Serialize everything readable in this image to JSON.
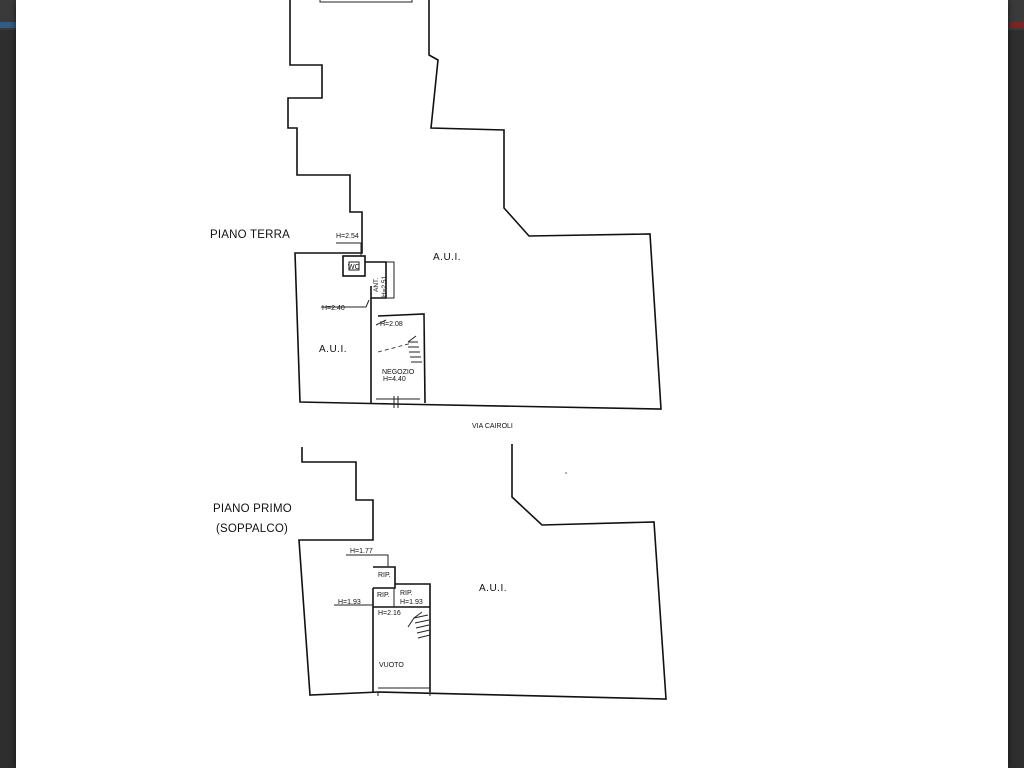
{
  "floors": {
    "ground": {
      "title": "PIANO TERRA",
      "labels": {
        "aui_main": "A.U.I.",
        "aui_left": "A.U.I.",
        "wc": "WC",
        "antibagno": "ANT.",
        "h_wc": "H=2.54",
        "h_ant": "H=2.51",
        "h_corridor": "H=2.40",
        "h_stair": "H=2.08",
        "room": "NEGOZIO",
        "h_room": "H=4.40"
      }
    },
    "first": {
      "title_line1": "PIANO PRIMO",
      "title_line2": "(SOPPALCO)",
      "labels": {
        "aui_main": "A.U.I.",
        "h_top": "H=1.77",
        "rip_top": "RIP.",
        "rip_mid": "RIP.",
        "rip_right": "RIP.",
        "h_left": "H=1.93",
        "h_right": "H=1.93",
        "h_stair": "H=2.16",
        "room": "VUOTO"
      }
    }
  },
  "street": "VIA CAIROLI"
}
